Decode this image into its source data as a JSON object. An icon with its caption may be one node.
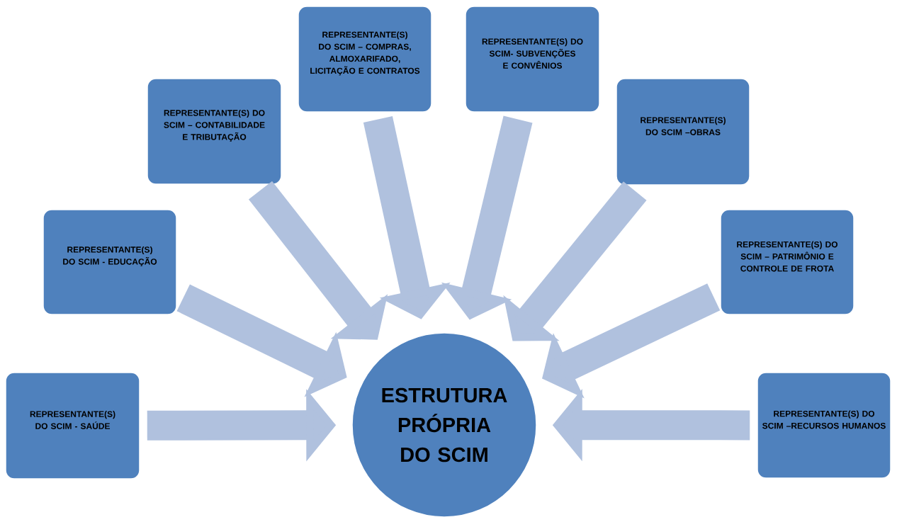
{
  "diagram": {
    "nodes": [
      {
        "text": [
          "ESTRUTURA PRÓPRIA DO SCIM"
        ]
      },
      {
        "text": [
          "REPRESENTANTE(S) DO SCIM - SAÚDE"
        ]
      },
      {
        "text": [
          "REPRESENTANTE(S) DO SCIM - EDUCAÇÃO"
        ]
      },
      {
        "text": [
          "REPRESENTANTE(S) DO SCIM – CONTABILIDADE E TRIBUTAÇÃO"
        ]
      },
      {
        "text": [
          "REPRESENTANTE(S) DO SCIM – COMPRAS, ALMOXARIFADO, LICITAÇÃO E CONTRATOS"
        ]
      },
      {
        "text": [
          "REPRESENTANTE(S) DO SCIM- SUBVENÇÕES E CONVÊNIOS"
        ]
      },
      {
        "text": [
          "REPRESENTANTE(S) DO SCIM –OBRAS"
        ]
      },
      {
        "text": [
          "REPRESENTANTE(S) DO SCIM – PATRIMÔNIO E CONTROLE DE FROTA"
        ]
      },
      {
        "text": [
          "REPRESENTANTE(S) DO SCIM –RECURSOS HUMANOS"
        ]
      }
    ],
    "edges": [
      {
        "from": 1,
        "to": 0,
        "arrow": "to"
      },
      {
        "from": 2,
        "to": 0,
        "arrow": "to"
      },
      {
        "from": 3,
        "to": 0,
        "arrow": "to"
      },
      {
        "from": 4,
        "to": 0,
        "arrow": "to"
      },
      {
        "from": 5,
        "to": 0,
        "arrow": "to"
      },
      {
        "from": 6,
        "to": 0,
        "arrow": "to"
      },
      {
        "from": 7,
        "to": 0,
        "arrow": "to"
      },
      {
        "from": 8,
        "to": 0,
        "arrow": "to"
      }
    ]
  }
}
